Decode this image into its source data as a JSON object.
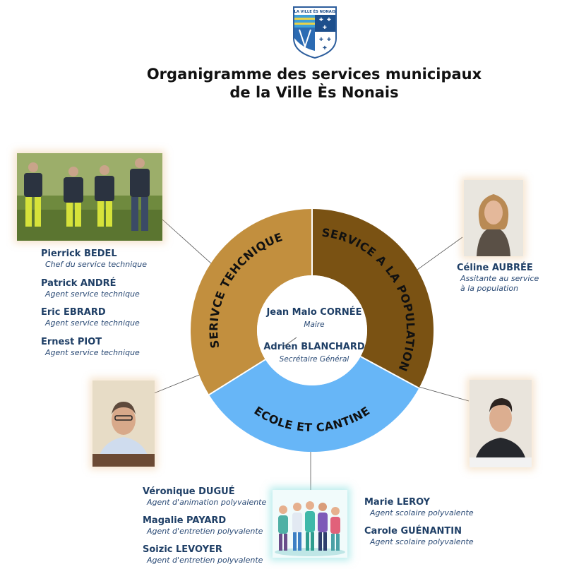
{
  "title": {
    "line1": "Organigramme des services municipaux",
    "line2": "de la Ville Ès Nonais"
  },
  "logo": {
    "text": "LA VILLE ÈS NONAIS"
  },
  "center": {
    "mayor_name": "Jean Malo CORNÉE",
    "mayor_role": "Maire",
    "secretary_name": "Adrien BLANCHARD",
    "secretary_role": "Secrétaire Général"
  },
  "sections": {
    "technique": "SERIVCE TEHCNIQUE",
    "population": "SERVICE A LA POPULATION",
    "ecole": "ECOLE ET CANTINE"
  },
  "colors": {
    "technique": "#c28f3e",
    "population": "#7a5213",
    "ecole": "#67b6f7",
    "names": "#1f3f66"
  },
  "technique_staff": [
    {
      "name": "Pierrick BEDEL",
      "role": "Chef du service technique"
    },
    {
      "name": "Patrick ANDRÉ",
      "role": "Agent service technique"
    },
    {
      "name": "Eric EBRARD",
      "role": "Agent service technique"
    },
    {
      "name": "Ernest PIOT",
      "role": "Agent service technique"
    }
  ],
  "population_staff": [
    {
      "name": "Céline AUBRÉE",
      "role_line1": "Assitante au service",
      "role_line2": "à la population"
    }
  ],
  "ecole_staff_left": [
    {
      "name": "Véronique DUGUÉ",
      "role": "Agent d'animation polyvalente"
    },
    {
      "name": "Magalie PAYARD",
      "role": "Agent d'entretien polyvalente"
    },
    {
      "name": "Soizic LEVOYER",
      "role": "Agent d'entretien polyvalente"
    }
  ],
  "ecole_staff_right": [
    {
      "name": "Marie LEROY",
      "role": "Agent scolaire polyvalente"
    },
    {
      "name": "Carole GUÉNANTIN",
      "role": "Agent scolaire polyvalente"
    }
  ]
}
